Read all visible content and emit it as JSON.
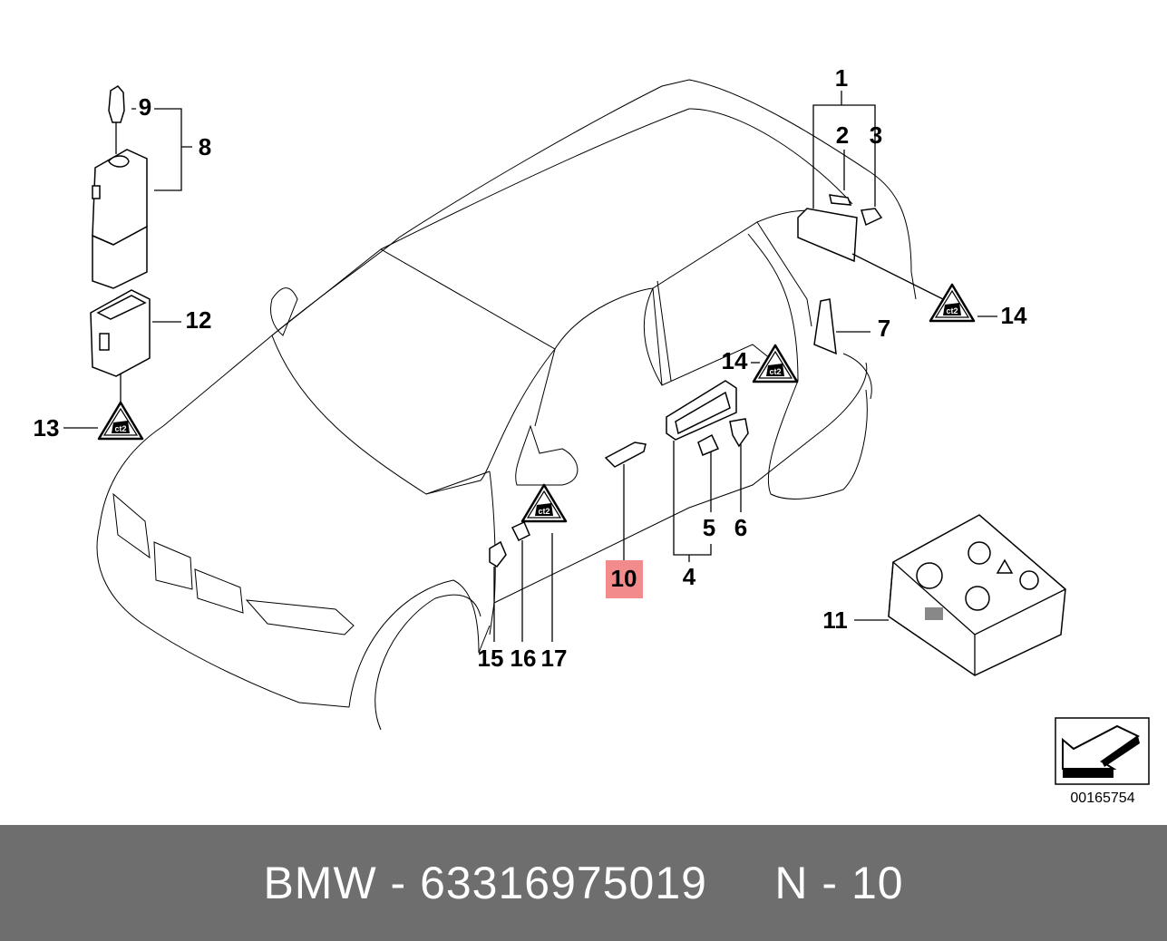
{
  "diagram": {
    "labels": {
      "l1": "1",
      "l2": "2",
      "l3": "3",
      "l4": "4",
      "l5": "5",
      "l6": "6",
      "l7": "7",
      "l8": "8",
      "l9": "9",
      "l10": "10",
      "l11": "11",
      "l12": "12",
      "l13": "13",
      "l14a": "14",
      "l14b": "14",
      "l15": "15",
      "l16": "16",
      "l17": "17"
    },
    "highlight_color": "#f28b8b",
    "reference_number": "00165754"
  },
  "banner": {
    "text": "BMW - 63316975019     N - 10",
    "background": "#6e6e6e"
  }
}
